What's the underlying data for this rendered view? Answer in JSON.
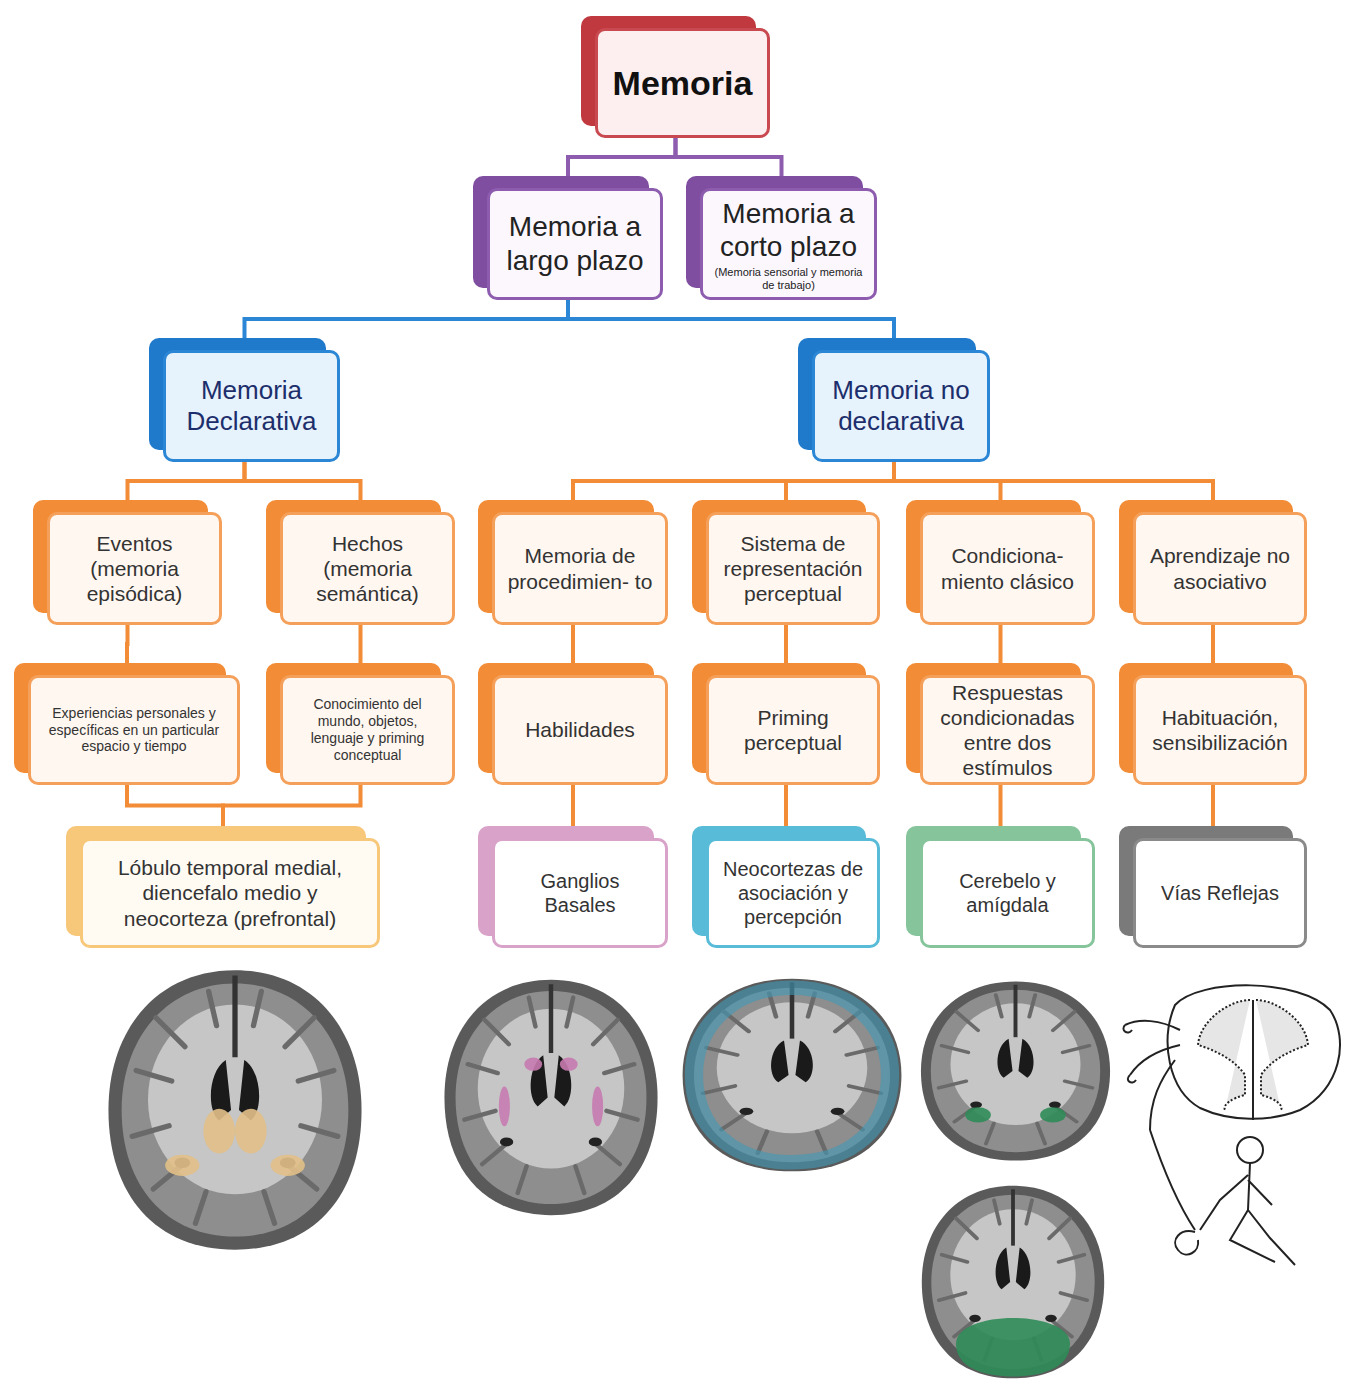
{
  "diagram": {
    "nodes": [
      {
        "text": [
          "Memoria"
        ]
      },
      {
        "text": [
          "Memoria a largo plazo"
        ]
      },
      {
        "text": [
          "Memoria a corto plazo",
          "(Memoria sensorial y memoria de trabajo)"
        ]
      },
      {
        "text": [
          "Memoria Declarativa"
        ]
      },
      {
        "text": [
          "Memoria no declarativa"
        ]
      },
      {
        "text": [
          "Eventos (memoria episódica)"
        ]
      },
      {
        "text": [
          "Hechos (memoria semántica)"
        ]
      },
      {
        "text": [
          "Memoria de procedimien- to"
        ]
      },
      {
        "text": [
          "Sistema de representación perceptual"
        ]
      },
      {
        "text": [
          "Condiciona- miento clásico"
        ]
      },
      {
        "text": [
          "Aprendizaje no asociativo"
        ]
      },
      {
        "text": [
          "Experiencias personales y específicas en un particular espacio y tiempo"
        ]
      },
      {
        "text": [
          "Conocimiento del mundo, objetos, lenguaje y priming conceptual"
        ]
      },
      {
        "text": [
          "Habilidades"
        ]
      },
      {
        "text": [
          "Priming perceptual"
        ]
      },
      {
        "text": [
          "Respuestas condicionadas entre dos estímulos"
        ]
      },
      {
        "text": [
          "Habituación, sensibilización"
        ]
      },
      {
        "text": [
          "Lóbulo temporal medial, diencefalo medio y neocorteza (prefrontal)"
        ]
      },
      {
        "text": [
          "Ganglios Basales"
        ]
      },
      {
        "text": [
          "Neocortezas de asociación y percepción"
        ]
      },
      {
        "text": [
          "Cerebelo y amígdala"
        ]
      },
      {
        "text": [
          "Vías Reflejas"
        ]
      }
    ],
    "edges": [
      {
        "from": 0,
        "to": 1,
        "arrow": "none"
      },
      {
        "from": 0,
        "to": 2,
        "arrow": "none"
      },
      {
        "from": 1,
        "to": 3,
        "arrow": "none"
      },
      {
        "from": 1,
        "to": 4,
        "arrow": "none"
      },
      {
        "from": 3,
        "to": 5,
        "arrow": "none"
      },
      {
        "from": 3,
        "to": 6,
        "arrow": "none"
      },
      {
        "from": 4,
        "to": 7,
        "arrow": "none"
      },
      {
        "from": 4,
        "to": 8,
        "arrow": "none"
      },
      {
        "from": 4,
        "to": 9,
        "arrow": "none"
      },
      {
        "from": 4,
        "to": 10,
        "arrow": "none"
      },
      {
        "from": 5,
        "to": 11,
        "arrow": "none"
      },
      {
        "from": 6,
        "to": 12,
        "arrow": "none"
      },
      {
        "from": 7,
        "to": 13,
        "arrow": "none"
      },
      {
        "from": 8,
        "to": 14,
        "arrow": "none"
      },
      {
        "from": 9,
        "to": 15,
        "arrow": "none"
      },
      {
        "from": 10,
        "to": 16,
        "arrow": "none"
      },
      {
        "from": 11,
        "to": 17,
        "arrow": "none"
      },
      {
        "from": 12,
        "to": 17,
        "arrow": "none"
      },
      {
        "from": 13,
        "to": 18,
        "arrow": "none"
      },
      {
        "from": 14,
        "to": 19,
        "arrow": "none"
      },
      {
        "from": 15,
        "to": 20,
        "arrow": "none"
      },
      {
        "from": 16,
        "to": 21,
        "arrow": "none"
      }
    ]
  }
}
